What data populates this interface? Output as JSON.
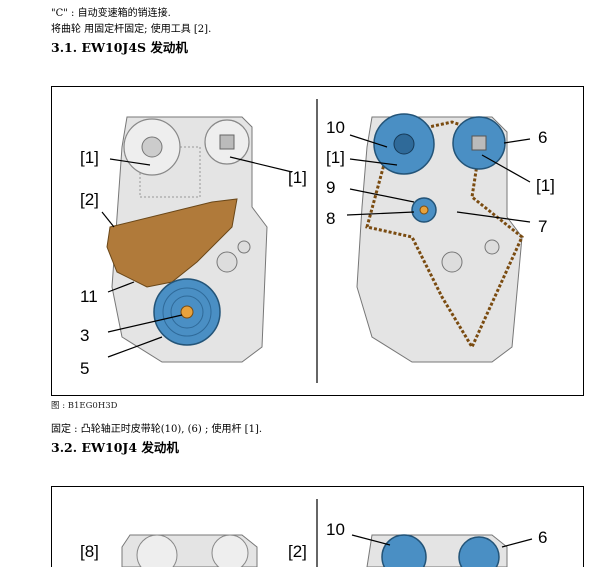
{
  "text": {
    "line1": "\"C\" : 自动变速箱的销连接.",
    "line2": "将曲轮  用固定杆固定; 使用工具  [2].",
    "heading1": "3.1. EW10J4S 发动机",
    "caption1": "图 : B1EG0H3D",
    "line3": "固定 : 凸轮轴正时皮带轮(10), (6) ; 使用杆  [1].",
    "heading2": "3.2. EW10J4 发动机"
  },
  "figure1": {
    "left_labels": {
      "l1a": "[1]",
      "l1b": "[1]",
      "l2": "[2]",
      "l11": "11",
      "l3": "3",
      "l5": "5"
    },
    "right_labels": {
      "l10": "10",
      "l1c": "[1]",
      "l9": "9",
      "l8": "8",
      "l6": "6",
      "l1d": "[1]",
      "l7": "7"
    }
  },
  "figure2": {
    "labels": {
      "l8": "[8]",
      "l2": "[2]",
      "l10": "10",
      "l6": "6"
    }
  },
  "colors": {
    "blue": "#4a8fc4",
    "brown": "#b07a3a",
    "engine_gray": "#d9d9d9"
  }
}
